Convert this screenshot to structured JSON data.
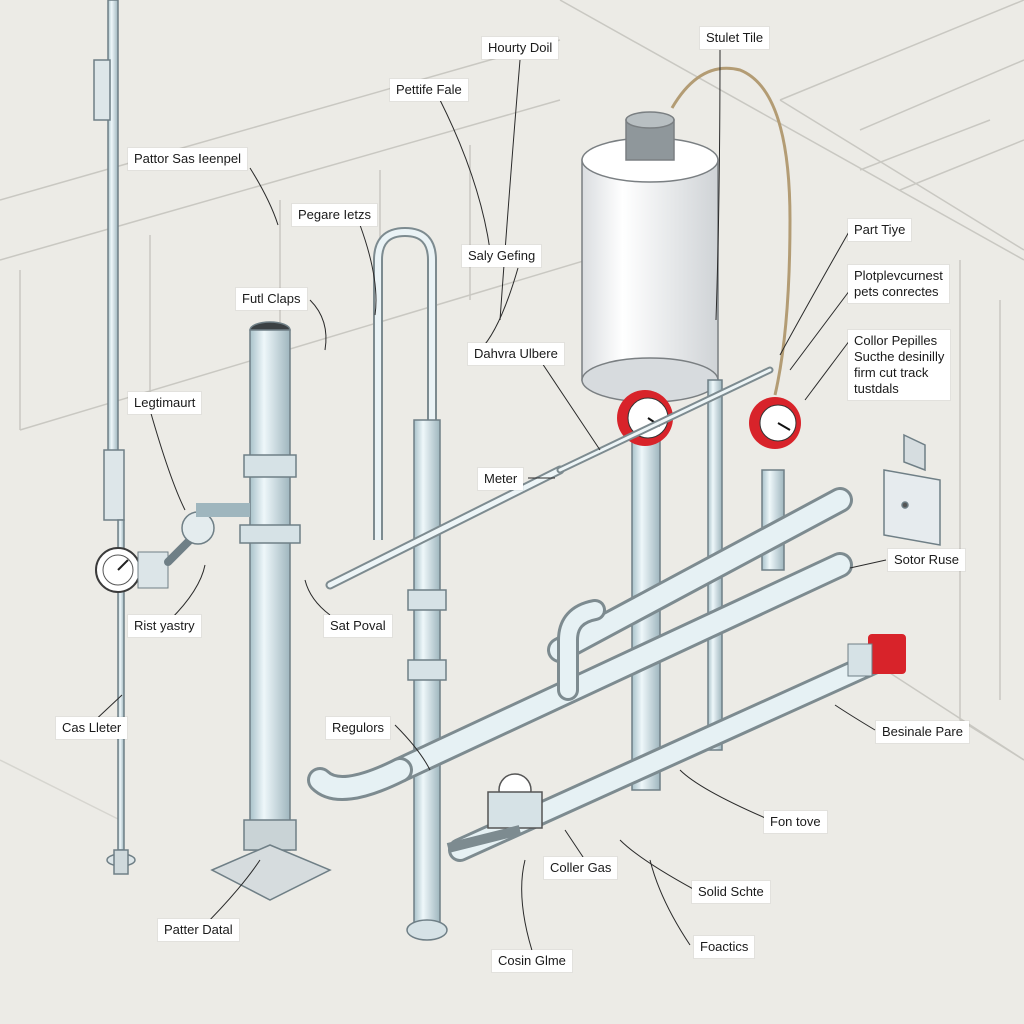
{
  "labels": {
    "hourly_doil": "Hourty Doil",
    "stulet_tile": "Stulet Tile",
    "pettife_fale": "Pettife Fale",
    "pattor_sas": "Pattor Sas Ieenpel",
    "pegare_letzs": "Pegare Ietzs",
    "saly_gefing": "Saly Gefing",
    "part_tiye": "Part Tiye",
    "plotplevcurnest": "Plotplevcurnest\npets conrectes",
    "futl_claps": "Futl Claps",
    "dahvra_ulbere": "Dahvra Ulbere",
    "collor_pepilles": "Collor Pepilles\nSucthe desinilly\nfirm cut track\ntustdals",
    "legtimaurt": "Legtimaurt",
    "meter": "Meter",
    "sotor_ruse": "Sotor Ruse",
    "rist_yastry": "Rist yastry",
    "sat_poval": "Sat Poval",
    "cas_lleter": "Cas Lleter",
    "regulors": "Regulors",
    "besinale_pare": "Besinale Pare",
    "fon_tove": "Fon tove",
    "coller_gas": "Coller Gas",
    "solid_schte": "Solid Schte",
    "patter_datal": "Patter Datal",
    "foactics": "Foactics",
    "cosin_glme": "Cosin Glme"
  },
  "colors": {
    "background": "#ecebe6",
    "pipe_fill": "#dcedf2",
    "pipe_stroke": "#6f7f86",
    "gauge_red": "#d8232a",
    "tank_fill": "#f6f7f8",
    "wall_line": "#c9c8c2"
  }
}
